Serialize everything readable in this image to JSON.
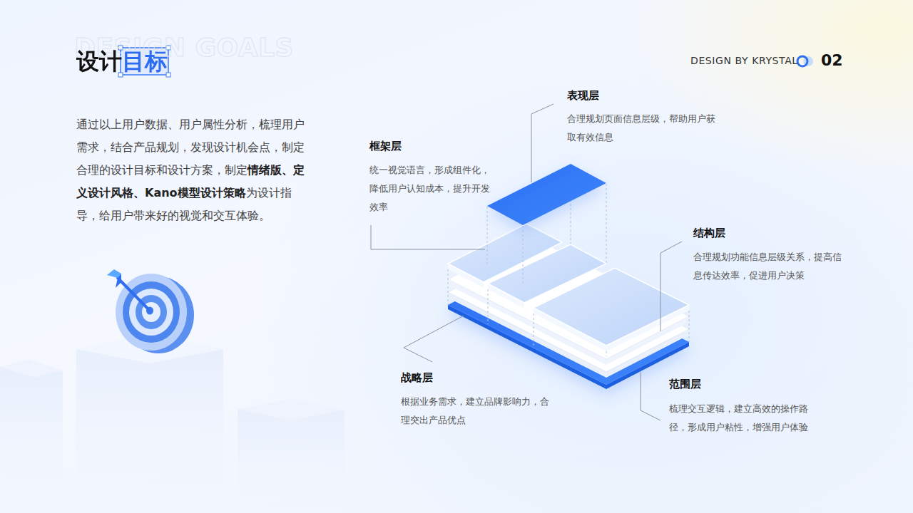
{
  "diagram": {
    "title": "设计目标",
    "labels": [
      "DESIGN GOALS",
      "DESIGN BY KRYSTAL",
      "02",
      "通过以上用户数据、用户属性分析，梳理用户需求，结合产品规划，发现设计机会点，制定合理的设计目标和设计方案，制定",
      "情绪版、定义设计风格、Kano模型设计策略",
      "为设计指导，给用户带来好的视觉和交互体验。",
      "表现层",
      "合理规划页面信息层级，帮助用户获取有效信息",
      "框架层",
      "统一视觉语言，形成组件化，降低用户认知成本，提升开发效率",
      "结构层",
      "合理规划功能信息层级关系，提高信息传达效率，促进用户决策",
      "战略层",
      "根据业务需求，建立品牌影响力，合理突出产品优点",
      "范围层",
      "梳理交互逻辑，建立高效的操作路径，形成用户粘性，增强用户体验"
    ]
  }
}
